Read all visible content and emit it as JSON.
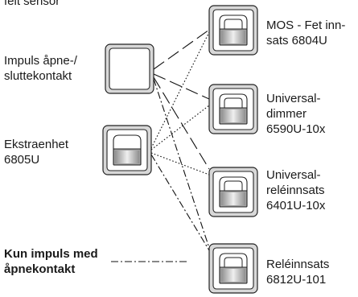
{
  "top_partial_label": "felt sensor",
  "left": {
    "impuls_switch_label": "Impuls åpne-/\nsluttekontakt",
    "extension_unit_label": "Ekstraenhet\n6805U",
    "legend_label": "Kun impuls med\nåpnekontakt"
  },
  "right": {
    "mos_label": "MOS - Fet inn-\nsats 6804U",
    "universal_dimmer_label": "Universal-\ndimmer\n6590U-10x",
    "universal_relay_label": "Universal-\nreléinnsats\n6401U-10x",
    "relay_insert_label": "Reléinnsats\n6812U-101"
  },
  "colors": {
    "frame": "#d8d8d8",
    "frame_stroke": "#222222",
    "insert_dark": "#9a9a9a",
    "insert_light": "#eeeeee",
    "wire": "#111111"
  }
}
